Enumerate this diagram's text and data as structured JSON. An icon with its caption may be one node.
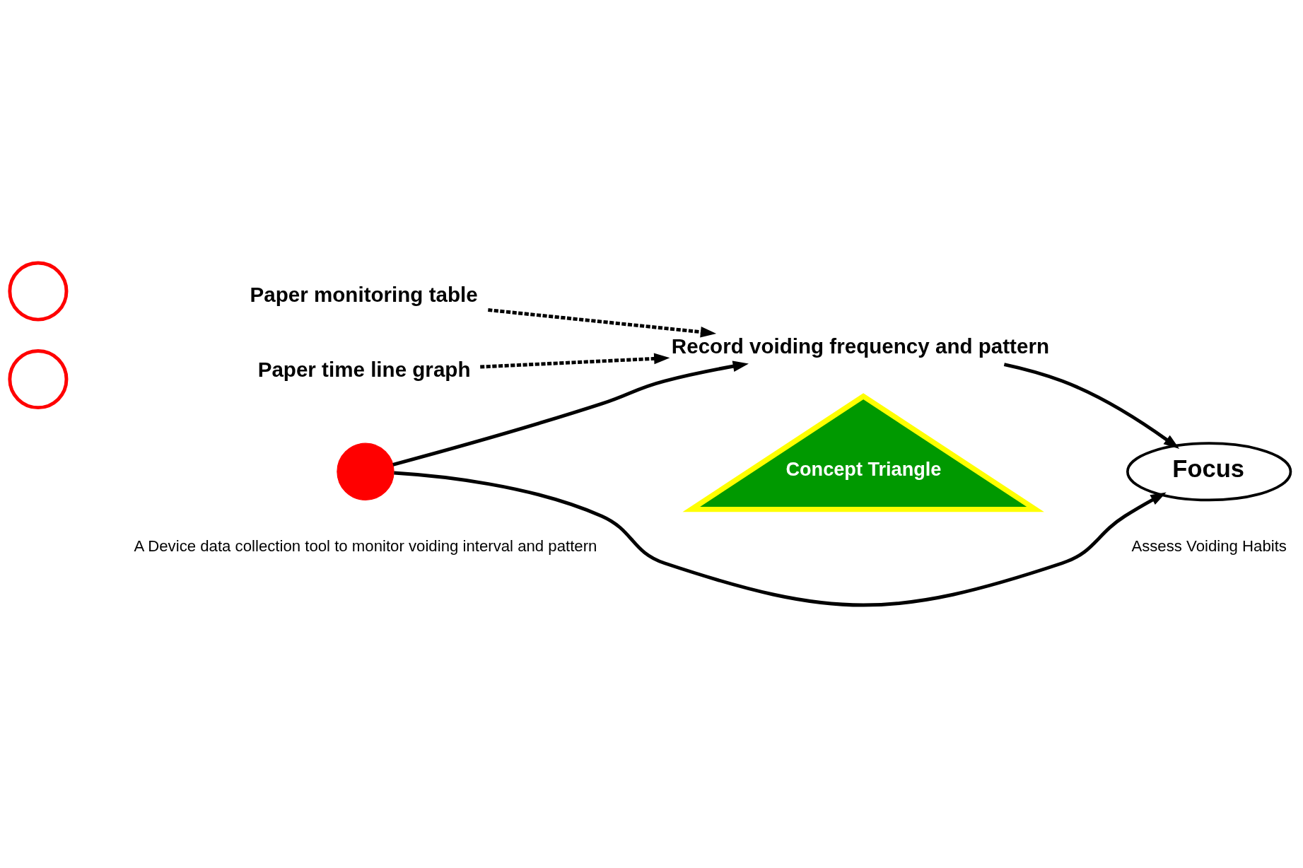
{
  "diagram": {
    "nodes": [
      {
        "text": [],
        "shape": "circle"
      },
      {
        "text": [
          "Paper monitoring table"
        ]
      },
      {
        "text": [],
        "shape": "circle"
      },
      {
        "text": [
          "Paper time line graph"
        ]
      },
      {
        "text": [
          "Record voiding frequency and pattern"
        ]
      },
      {
        "text": [
          "Concept Triangle"
        ]
      },
      {
        "text": [],
        "shape": "circle",
        "beside": [
          "A Device data collection tool to monitor voiding interval and pattern"
        ]
      },
      {
        "text": [
          "Focus"
        ],
        "beside": [
          "Assess Voiding Habits"
        ]
      }
    ],
    "edges": [
      {
        "from": 1,
        "to": 4,
        "arrow": "to",
        "style": "dashed"
      },
      {
        "from": 3,
        "to": 4,
        "arrow": "to",
        "style": "dashed"
      },
      {
        "from": 6,
        "to": 4,
        "arrow": "to"
      },
      {
        "from": 4,
        "to": 7,
        "arrow": "to"
      },
      {
        "from": 6,
        "to": 7,
        "arrow": "to"
      }
    ]
  }
}
